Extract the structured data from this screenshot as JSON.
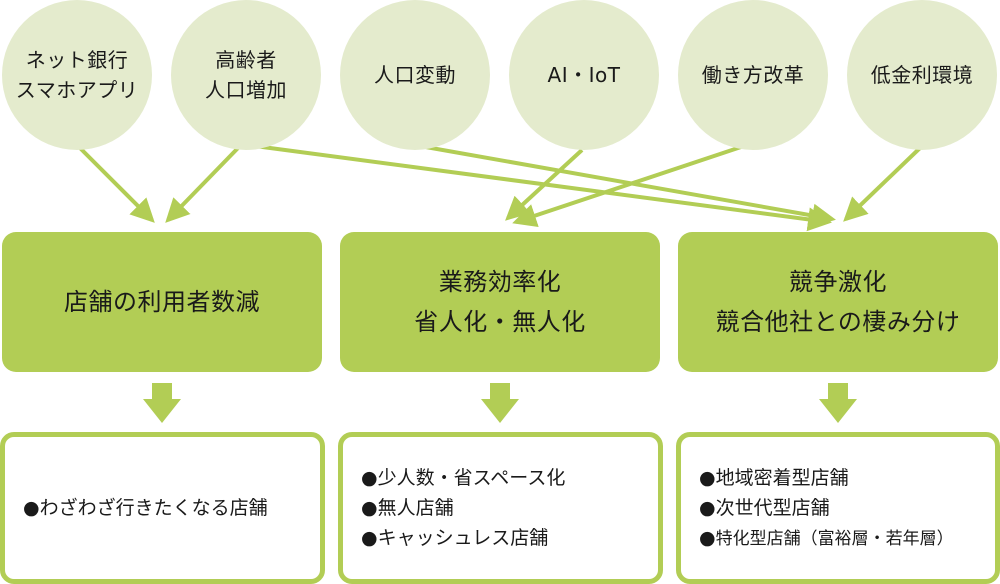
{
  "colors": {
    "circle_fill": "#e4ebcd",
    "box_fill": "#b2cd55",
    "arrow": "#b2cd55",
    "result_border": "#b2cd55"
  },
  "factors": [
    {
      "lines": [
        "ネット銀行",
        "スマホアプリ"
      ]
    },
    {
      "lines": [
        "高齢者",
        "人口増加"
      ]
    },
    {
      "lines": [
        "人口変動"
      ]
    },
    {
      "lines": [
        "AI・IoT"
      ]
    },
    {
      "lines": [
        "働き方改革"
      ]
    },
    {
      "lines": [
        "低金利環境"
      ]
    }
  ],
  "trends": [
    {
      "lines": [
        "店舗の利用者数減"
      ]
    },
    {
      "lines": [
        "業務効率化",
        "省人化・無人化"
      ]
    },
    {
      "lines": [
        "競争激化",
        "競合他社との棲み分け"
      ]
    }
  ],
  "bullet": "●",
  "results": [
    {
      "items": [
        "わざわざ行きたくなる店舗"
      ]
    },
    {
      "items": [
        "少人数・省スペース化",
        "無人店舗",
        "キャッシュレス店舗"
      ]
    },
    {
      "items": [
        "地域密着型店舗",
        "次世代型店舗",
        "特化型店舗（富裕層・若年層）"
      ]
    }
  ]
}
